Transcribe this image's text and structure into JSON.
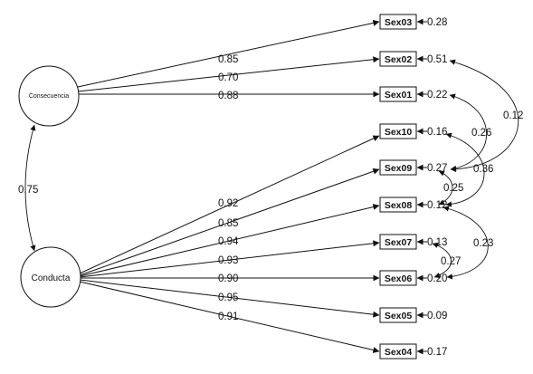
{
  "latent_variables": [
    {
      "id": "consecuencia",
      "label": "Consecuencia"
    },
    {
      "id": "conducta",
      "label": "Conducta"
    }
  ],
  "factor_correlation": "0.75",
  "indicators": [
    {
      "id": "Sex03",
      "label": "Sex03",
      "factor": "consecuencia",
      "loading": "0.85",
      "residual": "0.28"
    },
    {
      "id": "Sex02",
      "label": "Sex02",
      "factor": "consecuencia",
      "loading": "0.70",
      "residual": "0.51"
    },
    {
      "id": "Sex01",
      "label": "Sex01",
      "factor": "consecuencia",
      "loading": "0.88",
      "residual": "0.22"
    },
    {
      "id": "Sex10",
      "label": "Sex10",
      "factor": "conducta",
      "loading": "0.92",
      "residual": "0.16"
    },
    {
      "id": "Sex09",
      "label": "Sex09",
      "factor": "conducta",
      "loading": "0.85",
      "residual": "0.27"
    },
    {
      "id": "Sex08",
      "label": "Sex08",
      "factor": "conducta",
      "loading": "0.94",
      "residual": "0.12"
    },
    {
      "id": "Sex07",
      "label": "Sex07",
      "factor": "conducta",
      "loading": "0.93",
      "residual": "0.13"
    },
    {
      "id": "Sex06",
      "label": "Sex06",
      "factor": "conducta",
      "loading": "0.90",
      "residual": "0.20"
    },
    {
      "id": "Sex05",
      "label": "Sex05",
      "factor": "conducta",
      "loading": "0.95",
      "residual": "0.09"
    },
    {
      "id": "Sex04",
      "label": "Sex04",
      "factor": "conducta",
      "loading": "0.91",
      "residual": "0.17"
    }
  ],
  "error_covariances": [
    {
      "from": "Sex02",
      "to": "Sex09",
      "value": "0.12"
    },
    {
      "from": "Sex01",
      "to": "Sex09",
      "value": "0.26"
    },
    {
      "from": "Sex10",
      "to": "Sex08",
      "value": "0.36"
    },
    {
      "from": "Sex09",
      "to": "Sex08",
      "value": "0.25"
    },
    {
      "from": "Sex08",
      "to": "Sex06",
      "value": "0.23"
    },
    {
      "from": "Sex07",
      "to": "Sex06",
      "value": "0.27"
    }
  ]
}
